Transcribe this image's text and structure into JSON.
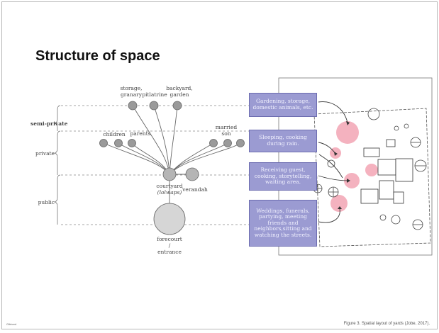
{
  "slide": {
    "title": "Structure of space",
    "footer_left": "Gibberd",
    "caption": "Figure 3. Spatial layout of yards (Jobe, 2017)."
  },
  "diagram": {
    "zones": [
      "semi-private",
      "private",
      "public"
    ],
    "semi_private_nodes": [
      "storage, granary",
      "pitlatrine",
      "backyard, garden"
    ],
    "private_groups": [
      "children",
      "parents",
      "married son"
    ],
    "core_nodes": [
      "courtyard",
      "(lolwaps)",
      "verandah"
    ],
    "public_node": [
      "forecourt",
      "/",
      "entrance"
    ],
    "activity_boxes": [
      "Gardening, storage, domestic animals, etc.",
      "Sleeping, cooking during rain.",
      "Receiving guest, cooking, storytelling, waiting area.",
      "Weddings, funerals, partying, meeting friends and neighbors,sitting and watching the streets."
    ]
  },
  "colors": {
    "box_fill": "#9b9bd2",
    "node_fill": "#9a9a9a",
    "pink_zone": "#f3a5b4"
  }
}
